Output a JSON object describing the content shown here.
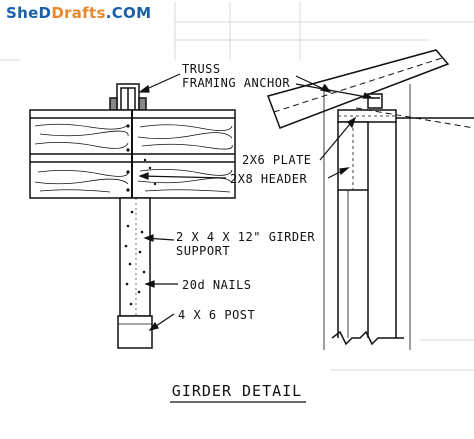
{
  "brand": {
    "part1": "SheD",
    "part2": "Drafts",
    "part3": ".COM"
  },
  "labels": {
    "truss": "TRUSS",
    "framing_anchor": "FRAMING ANCHOR",
    "plate": "2X6 PLATE",
    "header": "2X8 HEADER",
    "girder_support_line1": "2 X 4  X 12\" GIRDER",
    "girder_support_line2": "SUPPORT",
    "nails": "20d NAILS",
    "post": "4 X 6 POST"
  },
  "caption": "GIRDER DETAIL"
}
